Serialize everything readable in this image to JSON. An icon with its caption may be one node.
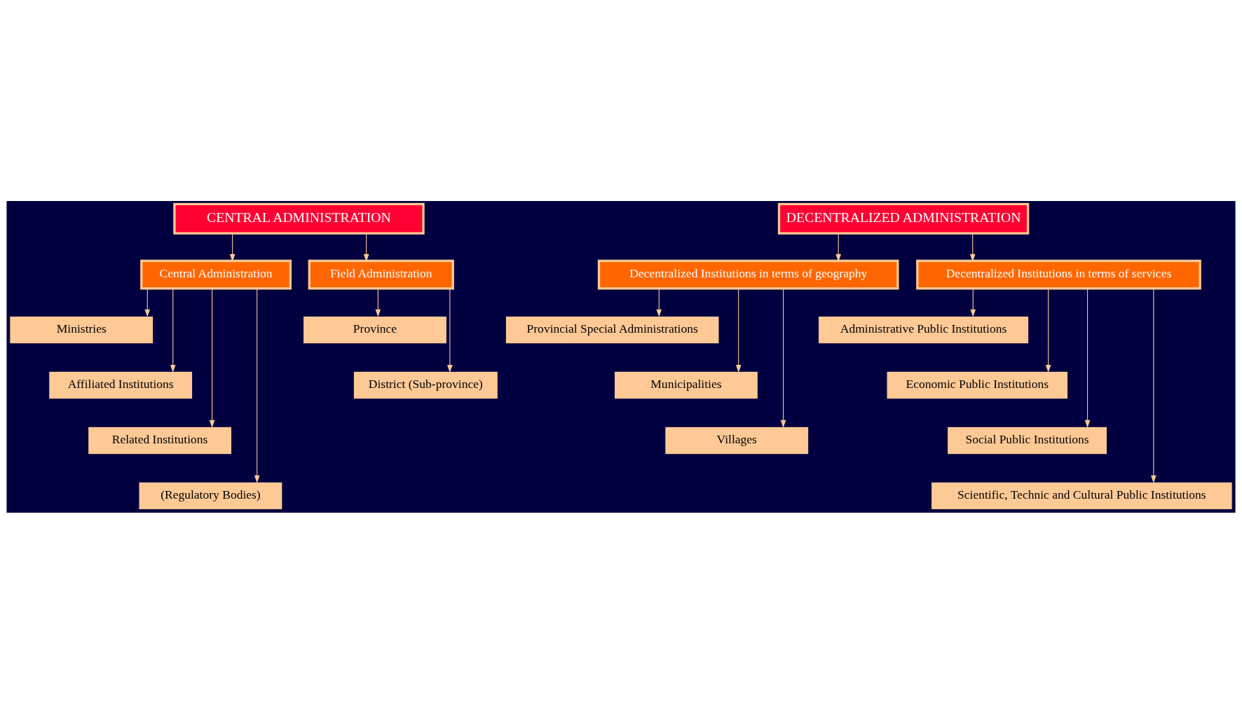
{
  "diagram": {
    "nodes": [
      {
        "text": [
          "CENTRAL ADMINISTRATION"
        ]
      },
      {
        "text": [
          "DECENTRALIZED ADMINISTRATION"
        ]
      },
      {
        "text": [
          "Central Administration"
        ]
      },
      {
        "text": [
          "Field Administration"
        ]
      },
      {
        "text": [
          "Decentralized Institutions in terms of geography"
        ]
      },
      {
        "text": [
          "Decentralized Institutions in terms of services"
        ]
      },
      {
        "text": [
          "Ministries"
        ]
      },
      {
        "text": [
          "Affiliated Institutions"
        ]
      },
      {
        "text": [
          "Related Institutions"
        ]
      },
      {
        "text": [
          "(Regulatory Bodies)"
        ]
      },
      {
        "text": [
          "Province"
        ]
      },
      {
        "text": [
          "District (Sub-province)"
        ]
      },
      {
        "text": [
          "Provincial Special Administrations"
        ]
      },
      {
        "text": [
          "Municipalities"
        ]
      },
      {
        "text": [
          "Villages"
        ]
      },
      {
        "text": [
          "Administrative Public Institutions"
        ]
      },
      {
        "text": [
          "Economic Public Institutions"
        ]
      },
      {
        "text": [
          "Social Public Institutions"
        ]
      },
      {
        "text": [
          "Scientific, Technic and Cultural Public Institutions"
        ]
      }
    ],
    "edges": [
      {
        "from": 0,
        "to": 2,
        "arrow": "to"
      },
      {
        "from": 0,
        "to": 3,
        "arrow": "to"
      },
      {
        "from": 1,
        "to": 4,
        "arrow": "to"
      },
      {
        "from": 1,
        "to": 5,
        "arrow": "to"
      },
      {
        "from": 2,
        "to": 6,
        "arrow": "to"
      },
      {
        "from": 2,
        "to": 7,
        "arrow": "to"
      },
      {
        "from": 2,
        "to": 8,
        "arrow": "to"
      },
      {
        "from": 2,
        "to": 9,
        "arrow": "to"
      },
      {
        "from": 3,
        "to": 10,
        "arrow": "to"
      },
      {
        "from": 3,
        "to": 11,
        "arrow": "to"
      },
      {
        "from": 4,
        "to": 12,
        "arrow": "to"
      },
      {
        "from": 4,
        "to": 13,
        "arrow": "to"
      },
      {
        "from": 4,
        "to": 14,
        "arrow": "to"
      },
      {
        "from": 5,
        "to": 15,
        "arrow": "to"
      },
      {
        "from": 5,
        "to": 16,
        "arrow": "to"
      },
      {
        "from": 5,
        "to": 17,
        "arrow": "to"
      },
      {
        "from": 5,
        "to": 18,
        "arrow": "to"
      }
    ]
  }
}
